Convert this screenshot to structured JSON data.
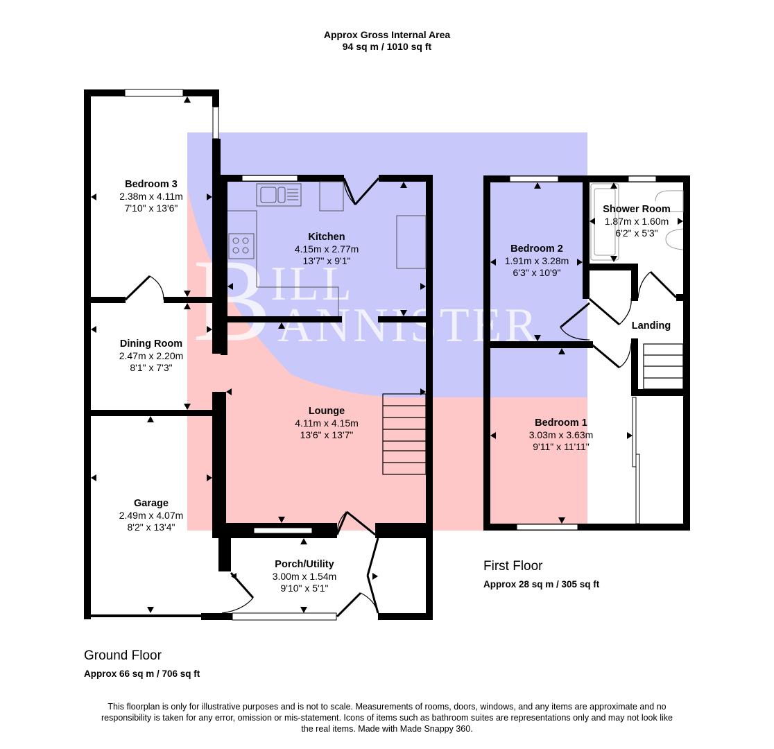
{
  "header": {
    "title": "Approx Gross Internal Area",
    "area": "94 sq m / 1010 sq ft"
  },
  "watermark": {
    "text_line1": "BILL",
    "text_line2": "BANNISTER",
    "colors": {
      "blue": "#c8c8fa",
      "red": "#ffc8c8"
    }
  },
  "ground_floor": {
    "name": "Ground Floor",
    "area": "Approx 66 sq m / 706 sq ft",
    "rooms": [
      {
        "name": "Bedroom 3",
        "metric": "2.38m x 4.11m",
        "imperial": "7'10\" x 13'6\""
      },
      {
        "name": "Kitchen",
        "metric": "4.15m x 2.77m",
        "imperial": "13'7\" x 9'1\""
      },
      {
        "name": "Dining Room",
        "metric": "2.47m x 2.20m",
        "imperial": "8'1\" x 7'3\""
      },
      {
        "name": "Lounge",
        "metric": "4.11m x 4.15m",
        "imperial": "13'6\" x 13'7\""
      },
      {
        "name": "Garage",
        "metric": "2.49m x 4.07m",
        "imperial": "8'2\" x 13'4\""
      },
      {
        "name": "Porch/Utility",
        "metric": "3.00m x 1.54m",
        "imperial": "9'10\" x 5'1\""
      }
    ]
  },
  "first_floor": {
    "name": "First Floor",
    "area": "Approx 28 sq m / 305 sq ft",
    "rooms": [
      {
        "name": "Bedroom 2",
        "metric": "1.91m x 3.28m",
        "imperial": "6'3\" x 10'9\""
      },
      {
        "name": "Shower Room",
        "metric": "1.87m x 1.60m",
        "imperial": "6'2\" x 5'3\""
      },
      {
        "name": "Landing"
      },
      {
        "name": "Bedroom 1",
        "metric": "3.03m x 3.63m",
        "imperial": "9'11\" x 11'11\""
      }
    ]
  },
  "disclaimer": "This floorplan is only for illustrative purposes and is not to scale. Measurements of rooms, doors, windows, and any items are approximate and no responsibility is taken for any error, omission or mis-statement. Icons of items such as bathroom suites are representations only and may not look like the real items. Made with Made Snappy 360."
}
